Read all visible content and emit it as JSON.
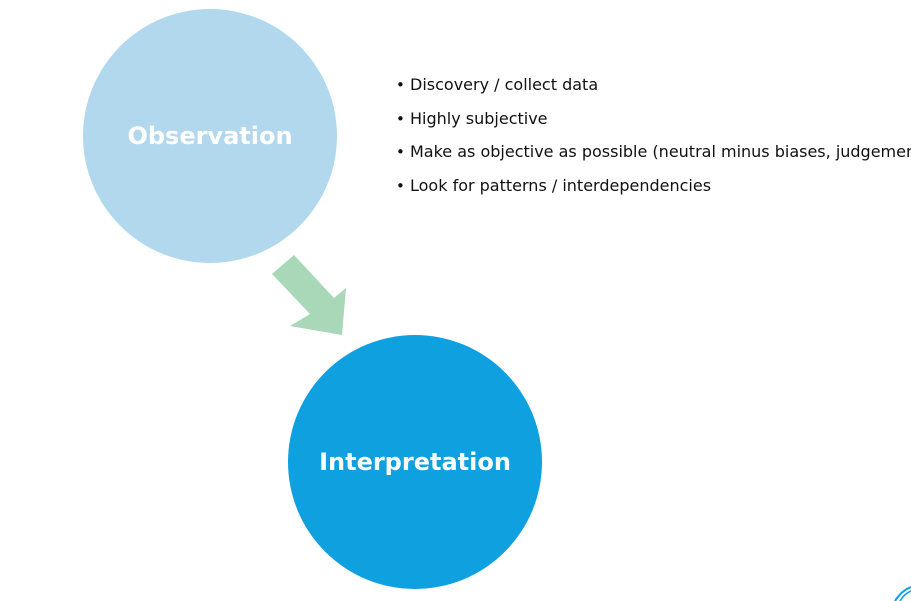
{
  "diagram": {
    "nodes": [
      {
        "id": "observation",
        "label": "Observation",
        "color": "#b1d8ec"
      },
      {
        "id": "interpretation",
        "label": "Interpretation",
        "color": "#0fa0e0"
      }
    ],
    "edges": [
      {
        "from": "observation",
        "to": "interpretation",
        "color": "#a8d8b7"
      }
    ]
  },
  "bullets": [
    "Discovery / collect data",
    "Highly subjective",
    "Make as objective as possible (neutral minus biases, judgement)",
    "Look for patterns / interdependencies"
  ]
}
